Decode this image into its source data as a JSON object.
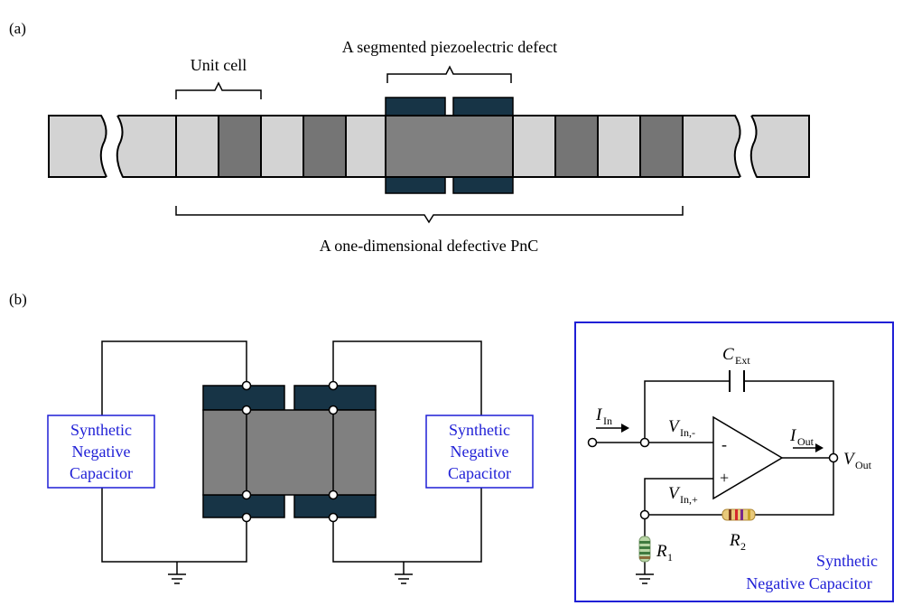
{
  "panel_a": {
    "label": "(a)",
    "unit_cell": "Unit cell",
    "defect": "A segmented piezoelectric defect",
    "pnc": "A one-dimensional defective PnC"
  },
  "panel_b": {
    "label": "(b)",
    "snc_left": [
      "Synthetic",
      "Negative",
      "Capacitor"
    ],
    "snc_right": [
      "Synthetic",
      "Negative",
      "Capacitor"
    ]
  },
  "circuit": {
    "c_ext": "C",
    "c_ext_sub": "Ext",
    "i_in": "I",
    "i_in_sub": "In",
    "v_in_minus": "V",
    "v_in_minus_sub": "In,-",
    "v_in_plus": "V",
    "v_in_plus_sub": "In,+",
    "i_out": "I",
    "i_out_sub": "Out",
    "v_out": "V",
    "v_out_sub": "Out",
    "r1": "R",
    "r1_sub": "1",
    "r2": "R",
    "r2_sub": "2",
    "minus": "-",
    "plus": "+",
    "title_line1": "Synthetic",
    "title_line2": "Negative Capacitor"
  },
  "colors": {
    "light": "#d3d3d3",
    "dark": "#757575",
    "mid": "#808080",
    "electrode": "#173446",
    "blue": "#1f1fd6"
  }
}
